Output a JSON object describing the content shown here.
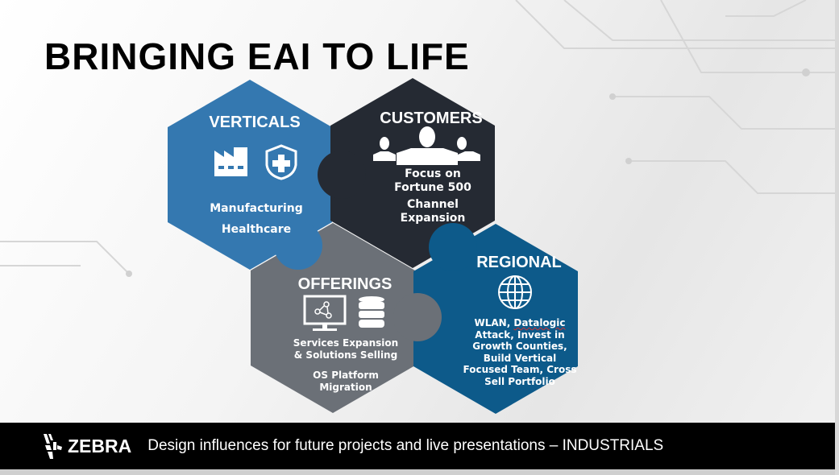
{
  "slide": {
    "title": "BRINGING EAI TO LIFE",
    "sections": {
      "verticals": {
        "heading": "VERTICALS",
        "items": [
          "Manufacturing",
          "Healthcare"
        ],
        "icons": [
          "factory-icon",
          "shield-plus-icon"
        ],
        "color": "#3478b0"
      },
      "customers": {
        "heading": "CUSTOMERS",
        "items": [
          "Focus on\nFortune 500",
          "Channel\nExpansion"
        ],
        "icons": [
          "people-group-icon"
        ],
        "color": "#252a33"
      },
      "offerings": {
        "heading": "OFFERINGS",
        "items": [
          "Services Expansion\n& Solutions Selling",
          "OS Platform\nMigration"
        ],
        "icons": [
          "monitor-share-icon",
          "database-icon"
        ],
        "color": "#6b7077"
      },
      "regional": {
        "heading": "REGIONAL",
        "text_pre": "WLAN, ",
        "text_flagged": "Datalogic",
        "text_post": "\nAttack, Invest in\nGrowth Counties,\nBuild Vertical\nFocused Team, Cross\nSell Portfolio",
        "icons": [
          "globe-icon"
        ],
        "color": "#0d5a8a"
      }
    }
  },
  "footer": {
    "brand": "ZEBRA",
    "tagline": "Design influences for future projects and live presentations – INDUSTRIALS"
  }
}
